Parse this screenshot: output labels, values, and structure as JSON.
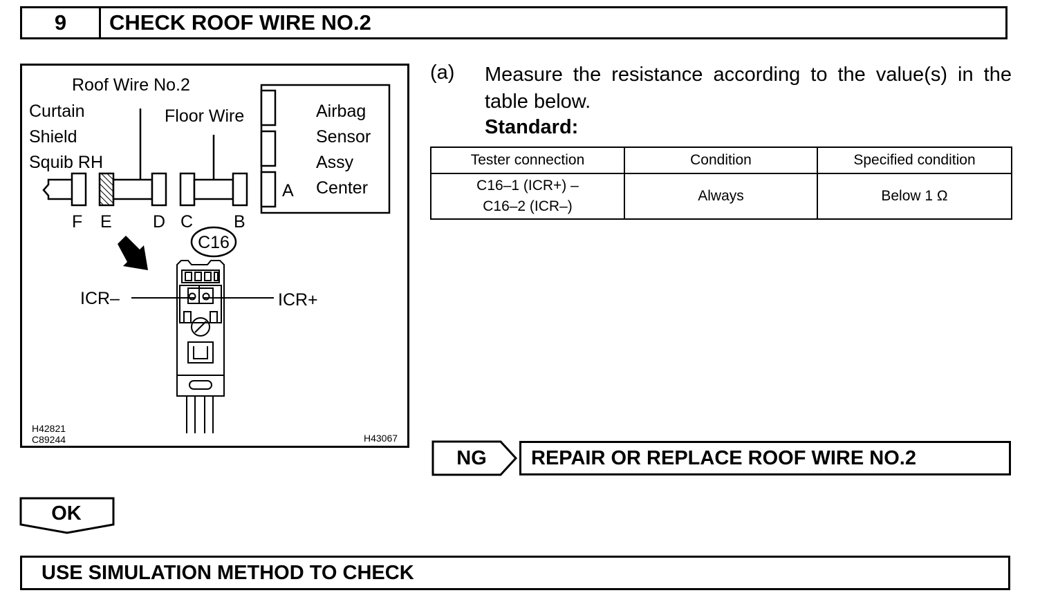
{
  "header": {
    "step_number": "9",
    "title": "CHECK ROOF WIRE NO.2"
  },
  "figure": {
    "labels": {
      "roof_wire": "Roof Wire No.2",
      "floor_wire": "Floor Wire",
      "curtain_1": "Curtain",
      "curtain_2": "Shield",
      "curtain_3": "Squib RH",
      "airbag_1": "Airbag",
      "airbag_2": "Sensor",
      "airbag_3": "Assy",
      "airbag_4": "Center",
      "pin_a": "A",
      "pin_b": "B",
      "pin_c": "C",
      "pin_d": "D",
      "pin_e": "E",
      "pin_f": "F",
      "connector": "C16",
      "icr_minus": "ICR–",
      "icr_plus": "ICR+",
      "code_1": "H42821",
      "code_2": "C89244",
      "code_3": "H43067"
    }
  },
  "instruction": {
    "letter": "(a)",
    "text": "Measure the resistance according to the value(s) in the table below.",
    "standard_label": "Standard:"
  },
  "table": {
    "headers": [
      "Tester connection",
      "Condition",
      "Specified condition"
    ],
    "row": {
      "tester_line1": "C16–1 (ICR+) –",
      "tester_line2": "C16–2 (ICR–)",
      "condition": "Always",
      "specified": "Below 1 Ω"
    }
  },
  "ng": {
    "label": "NG",
    "action": "REPAIR OR REPLACE ROOF WIRE NO.2"
  },
  "ok": {
    "label": "OK"
  },
  "final_action": "USE SIMULATION METHOD TO CHECK"
}
